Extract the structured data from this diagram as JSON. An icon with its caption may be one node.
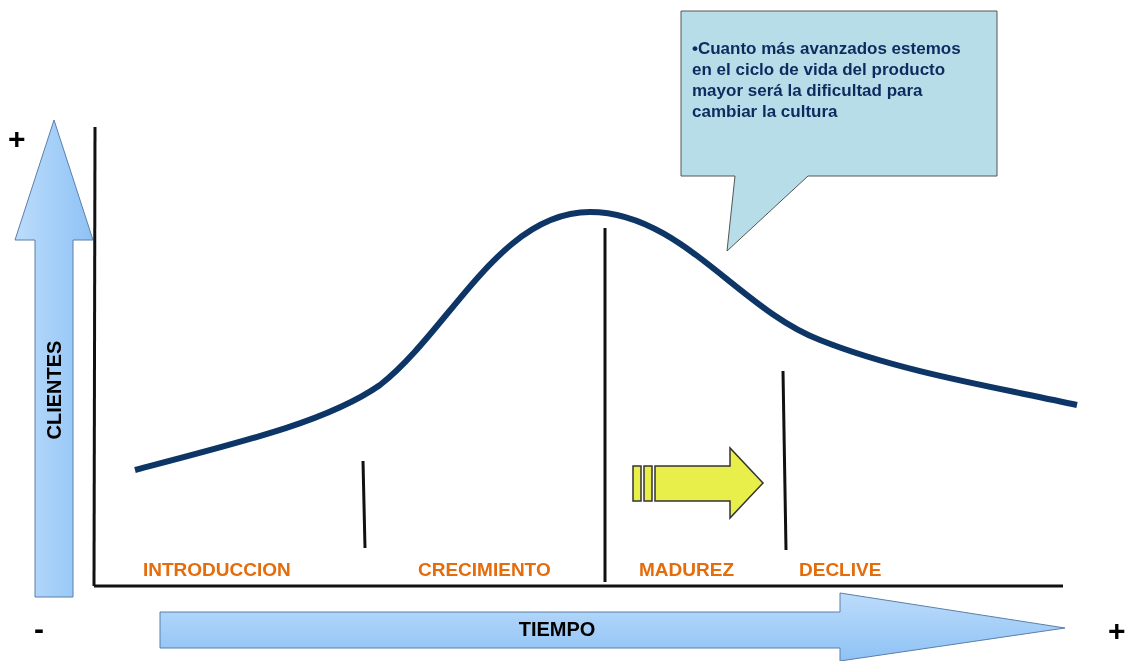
{
  "diagram": {
    "nodes": [
      {
        "text": [
          "•Cuanto más avanzados estemos en el ciclo de vida del producto mayor será la dificultad para cambiar la cultura"
        ]
      }
    ],
    "labels": [
      "+",
      "CLIENTES",
      "-",
      "TIEMPO",
      "+",
      "INTRODUCCION",
      "CRECIMIENTO",
      "MADUREZ",
      "DECLIVE"
    ]
  }
}
